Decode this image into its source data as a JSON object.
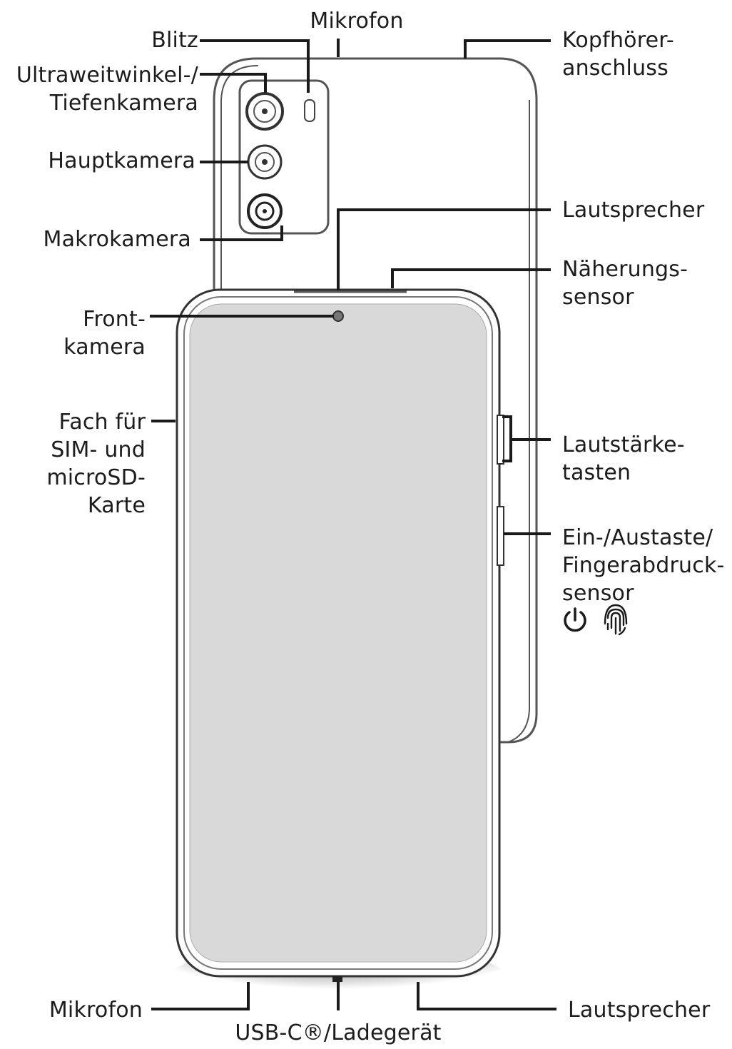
{
  "labels": {
    "mikrofon_top": "Mikrofon",
    "blitz": "Blitz",
    "ultraweit": [
      "Ultraweitwinkel-/",
      "Tiefenkamera"
    ],
    "hauptkamera": "Hauptkamera",
    "makrokamera": "Makrokamera",
    "frontkamera": [
      "Front-",
      "kamera"
    ],
    "fach": [
      "Fach für",
      "SIM- und",
      "microSD-",
      "Karte"
    ],
    "kopfhoerer": [
      "Kopfhörer-",
      "anschluss"
    ],
    "lautsprecher_top": "Lautsprecher",
    "naeherung": [
      "Näherungs-",
      "sensor"
    ],
    "lautstaerke": [
      "Lautstärke-",
      "tasten"
    ],
    "einaus": [
      "Ein-/Austaste/",
      "Fingerabdruck-",
      "sensor"
    ],
    "mikrofon_bottom": "Mikrofon",
    "usbc": "USB-C®/Ladegerät",
    "lautsprecher_bottom": "Lautsprecher"
  },
  "icons": [
    "power-icon",
    "fingerprint-icon"
  ],
  "colors": {
    "line": "#1a1a1a",
    "screen": "#d9d9d9",
    "body": "#ffffff"
  }
}
